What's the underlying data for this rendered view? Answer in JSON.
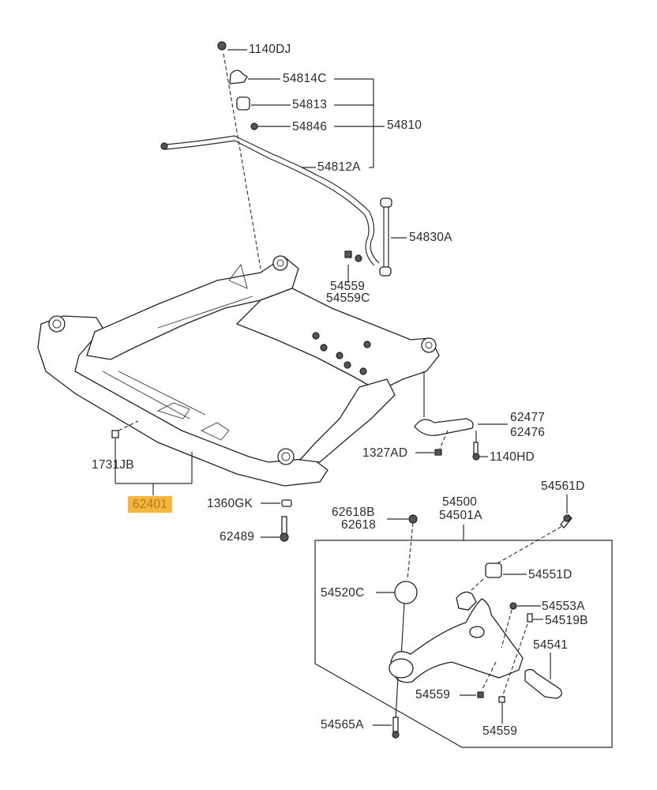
{
  "diagram": {
    "type": "exploded parts diagram",
    "subject": "front crossmember / sub-frame with stabilizer bar and lower control arm",
    "highlight_color": "#f5b63e",
    "highlighted_part": "62401",
    "labels": {
      "p1140DJ": "1140DJ",
      "p54814C": "54814C",
      "p54813": "54813",
      "p54846": "54846",
      "p54810": "54810",
      "p54812A": "54812A",
      "p54830A": "54830A",
      "p54559_top": "54559",
      "p54559C": "54559C",
      "p62477": "62477",
      "p62476": "62476",
      "p1327AD": "1327AD",
      "p1140HD": "1140HD",
      "p1731JB": "1731JB",
      "p62401": "62401",
      "p1360GK": "1360GK",
      "p62489": "62489",
      "p62618B": "62618B",
      "p62618": "62618",
      "p54500": "54500",
      "p54501A": "54501A",
      "p54561D": "54561D",
      "p54551D": "54551D",
      "p54520C": "54520C",
      "p54553A": "54553A",
      "p54519B": "54519B",
      "p54541": "54541",
      "p54559_left": "54559",
      "p54559_bottom": "54559",
      "p54565A": "54565A"
    },
    "components": [
      {
        "name": "sub-frame crossmember",
        "part": "62401"
      },
      {
        "name": "stabilizer bar assembly",
        "part": "54810"
      },
      {
        "name": "stabilizer link",
        "part": "54830A"
      },
      {
        "name": "lower control arm assembly",
        "part": "54500 / 54501A"
      },
      {
        "name": "ball joint",
        "part": "54541"
      },
      {
        "name": "roll stopper bracket",
        "part": "62477 / 62476"
      }
    ]
  }
}
